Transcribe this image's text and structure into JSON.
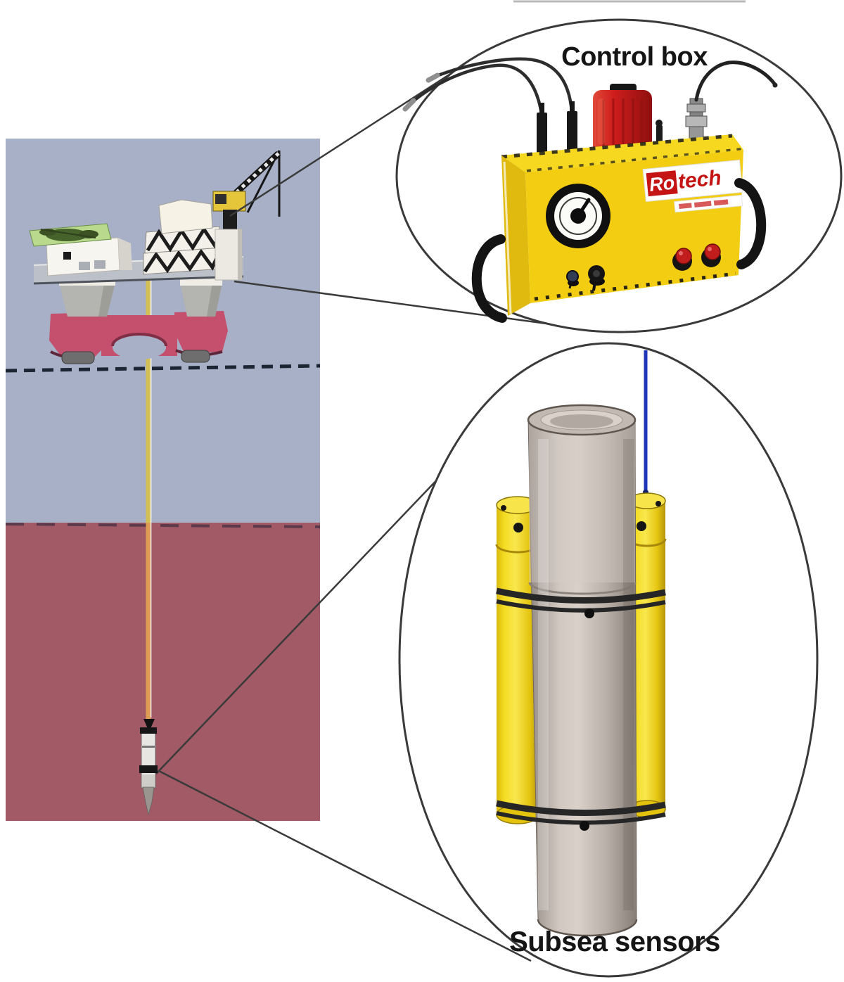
{
  "labels": {
    "control_box": "Control box",
    "subsea_sensors": "Subsea sensors"
  },
  "control_box": {
    "logo": {
      "prefix": "Ro",
      "suffix": "tech"
    }
  },
  "colors": {
    "water_blue": "#a7b0c6",
    "seabed_maroon": "#a25a67",
    "pontoon_red": "#c4506e",
    "box_yellow": "#f2cd12",
    "box_yellow_side": "#e0ba0e",
    "box_yellow_top": "#f5d81f",
    "beacon_red": "#cf2020",
    "pod_yellow": "#f2d618",
    "riser_yellow": "#d2bf55",
    "riser_orange": "#df9c55",
    "pipe_gray": "#b9b0a9",
    "cable_blue": "#2036b8",
    "logo_red": "#c41414",
    "outline_dark": "#3a3a3a",
    "label_text": "#151515"
  }
}
